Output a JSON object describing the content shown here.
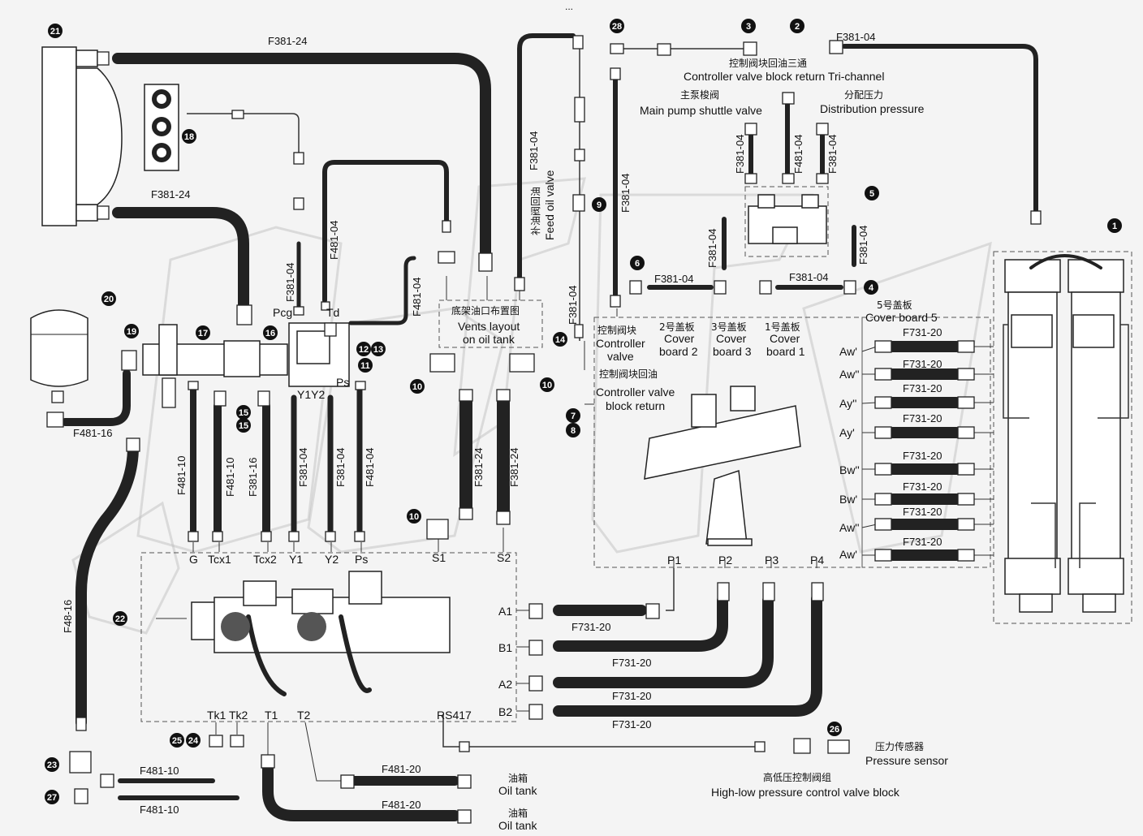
{
  "header_dots": "...",
  "watermark": "DFPY",
  "callouts": [
    "1",
    "2",
    "3",
    "4",
    "5",
    "6",
    "7",
    "8",
    "9",
    "10",
    "11",
    "12",
    "13",
    "14",
    "15",
    "16",
    "17",
    "18",
    "19",
    "20",
    "21",
    "22",
    "23",
    "24",
    "25",
    "26",
    "27",
    "28"
  ],
  "hose_labels": {
    "h1": "F381-24",
    "h2": "F381-24",
    "h3": "F381-04",
    "h4": "F381-04",
    "h5": "F481-04",
    "h6": "F481-04",
    "h7": "F481-04",
    "h8": "F381-04",
    "h9": "F381-04",
    "h10": "F381-04",
    "h11": "F381-04",
    "h12": "F381-04",
    "h13": "F481-04",
    "h14": "F381-04",
    "h15": "F381-04",
    "h16": "F381-04",
    "h17": "F481-16",
    "h18": "F481-10",
    "h19": "F481-10",
    "h20": "F381-16",
    "h21": "F381-04",
    "h22": "F381-04",
    "h23": "F381-04",
    "h24": "F381-24",
    "h25": "F381-24",
    "h26": "F48-16",
    "h27": "F731-20",
    "h28": "F731-20",
    "h29": "F731-20",
    "h30": "F731-20",
    "h31": "F481-10",
    "h32": "F481-10",
    "h33": "F481-20",
    "h34": "F481-20",
    "cb1": "F731-20",
    "cb2": "F731-20",
    "cb3": "F731-20",
    "cb4": "F731-20",
    "cb5": "F731-20",
    "cb6": "F731-20",
    "cb7": "F731-20",
    "cb8": "F731-20"
  },
  "port_labels": {
    "g": "G",
    "tcx1": "Tcx1",
    "tcx2": "Tcx2",
    "y1": "Y1",
    "y2": "Y2",
    "ps": "Ps",
    "pcg": "Pcg",
    "td": "Td",
    "y1y2": "Y1Y2",
    "ps2": "Ps",
    "s1": "S1",
    "s2": "S2",
    "a1": "A1",
    "b1": "B1",
    "a2": "A2",
    "b2": "B2",
    "p1": "P1",
    "p2": "P2",
    "p3": "P3",
    "p4": "P4",
    "tk1": "Tk1",
    "tk2": "Tk2",
    "t1": "T1",
    "t2": "T2",
    "rs": "RS417",
    "aw1": "Aw'",
    "aw2": "Aw''",
    "ay1": "Ay''",
    "ay2": "Ay'",
    "bw1": "Bw''",
    "bw2": "Bw'",
    "aw3": "Aw''",
    "aw4": "Aw'"
  },
  "text_labels": {
    "tri_cn": "控制阀块回油三通",
    "tri_en": "Controller valve block return Tri-channel",
    "shuttle_cn": "主泵梭阀",
    "shuttle_en": "Main pump shuttle valve",
    "dist_cn": "分配压力",
    "dist_en": "Distribution pressure",
    "feed_cn": "补油阀回油",
    "feed_en": "Feed oil valve",
    "vents_cn": "底架油口布置图",
    "vents_en1": "Vents layout",
    "vents_en2": "on oil tank",
    "cv_cn": "控制阀块",
    "cv_en1": "Controller",
    "cv_en2": "valve",
    "cb2_cn": "2号盖板",
    "cb2_en1": "Cover",
    "cb2_en2": "board 2",
    "cb3_cn": "3号盖板",
    "cb3_en1": "Cover",
    "cb3_en2": "board 3",
    "cb1_cn": "1号盖板",
    "cb1_en1": "Cover",
    "cb1_en2": "board 1",
    "cb5_cn": "5号盖板",
    "cb5_en": "Cover board 5",
    "cvr_cn": "控制阀块回油",
    "cvr_en1": "Controller valve",
    "cvr_en2": "block return",
    "tank1_cn": "油箱",
    "tank1_en": "Oil tank",
    "tank2_cn": "油箱",
    "tank2_en": "Oil tank",
    "ps_cn": "压力传感器",
    "ps_en": "Pressure sensor",
    "hl_cn": "高低压控制阀组",
    "hl_en": "High-low pressure control valve block"
  }
}
